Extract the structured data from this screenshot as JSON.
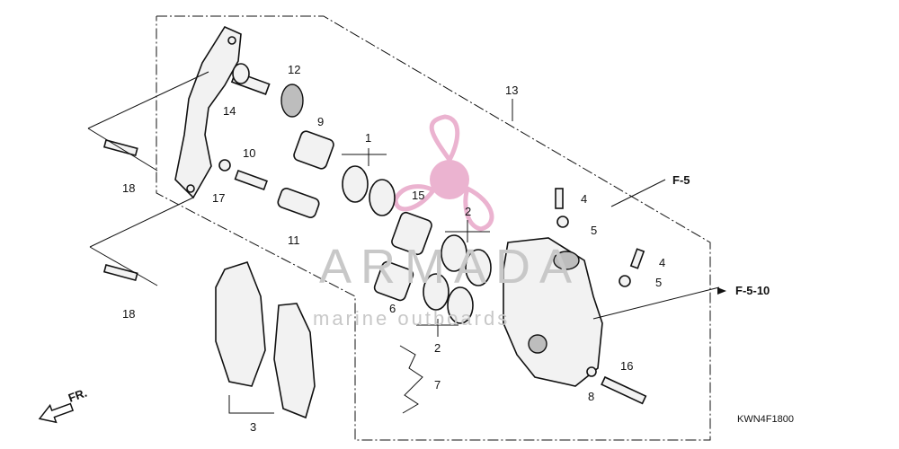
{
  "diagram": {
    "labels": {
      "l1": "1",
      "l2a": "2",
      "l2b": "2",
      "l3": "3",
      "l4a": "4",
      "l4b": "4",
      "l5a": "5",
      "l5b": "5",
      "l6": "6",
      "l7": "7",
      "l8": "8",
      "l9": "9",
      "l10": "10",
      "l11": "11",
      "l12": "12",
      "l13": "13",
      "l14": "14",
      "l15": "15",
      "l16": "16",
      "l17": "17",
      "l18a": "18",
      "l18b": "18"
    },
    "refs": {
      "f5": "F-5",
      "f510": "F-5-10"
    },
    "direction": "FR.",
    "diagram_code": "KWN4F1800",
    "watermark": {
      "brand": "ARMADA",
      "tagline": "marine outboards"
    },
    "colors": {
      "line": "#111111",
      "logo_pink": "#e8a6c8",
      "watermark_gray": "#c8c8c8"
    }
  }
}
